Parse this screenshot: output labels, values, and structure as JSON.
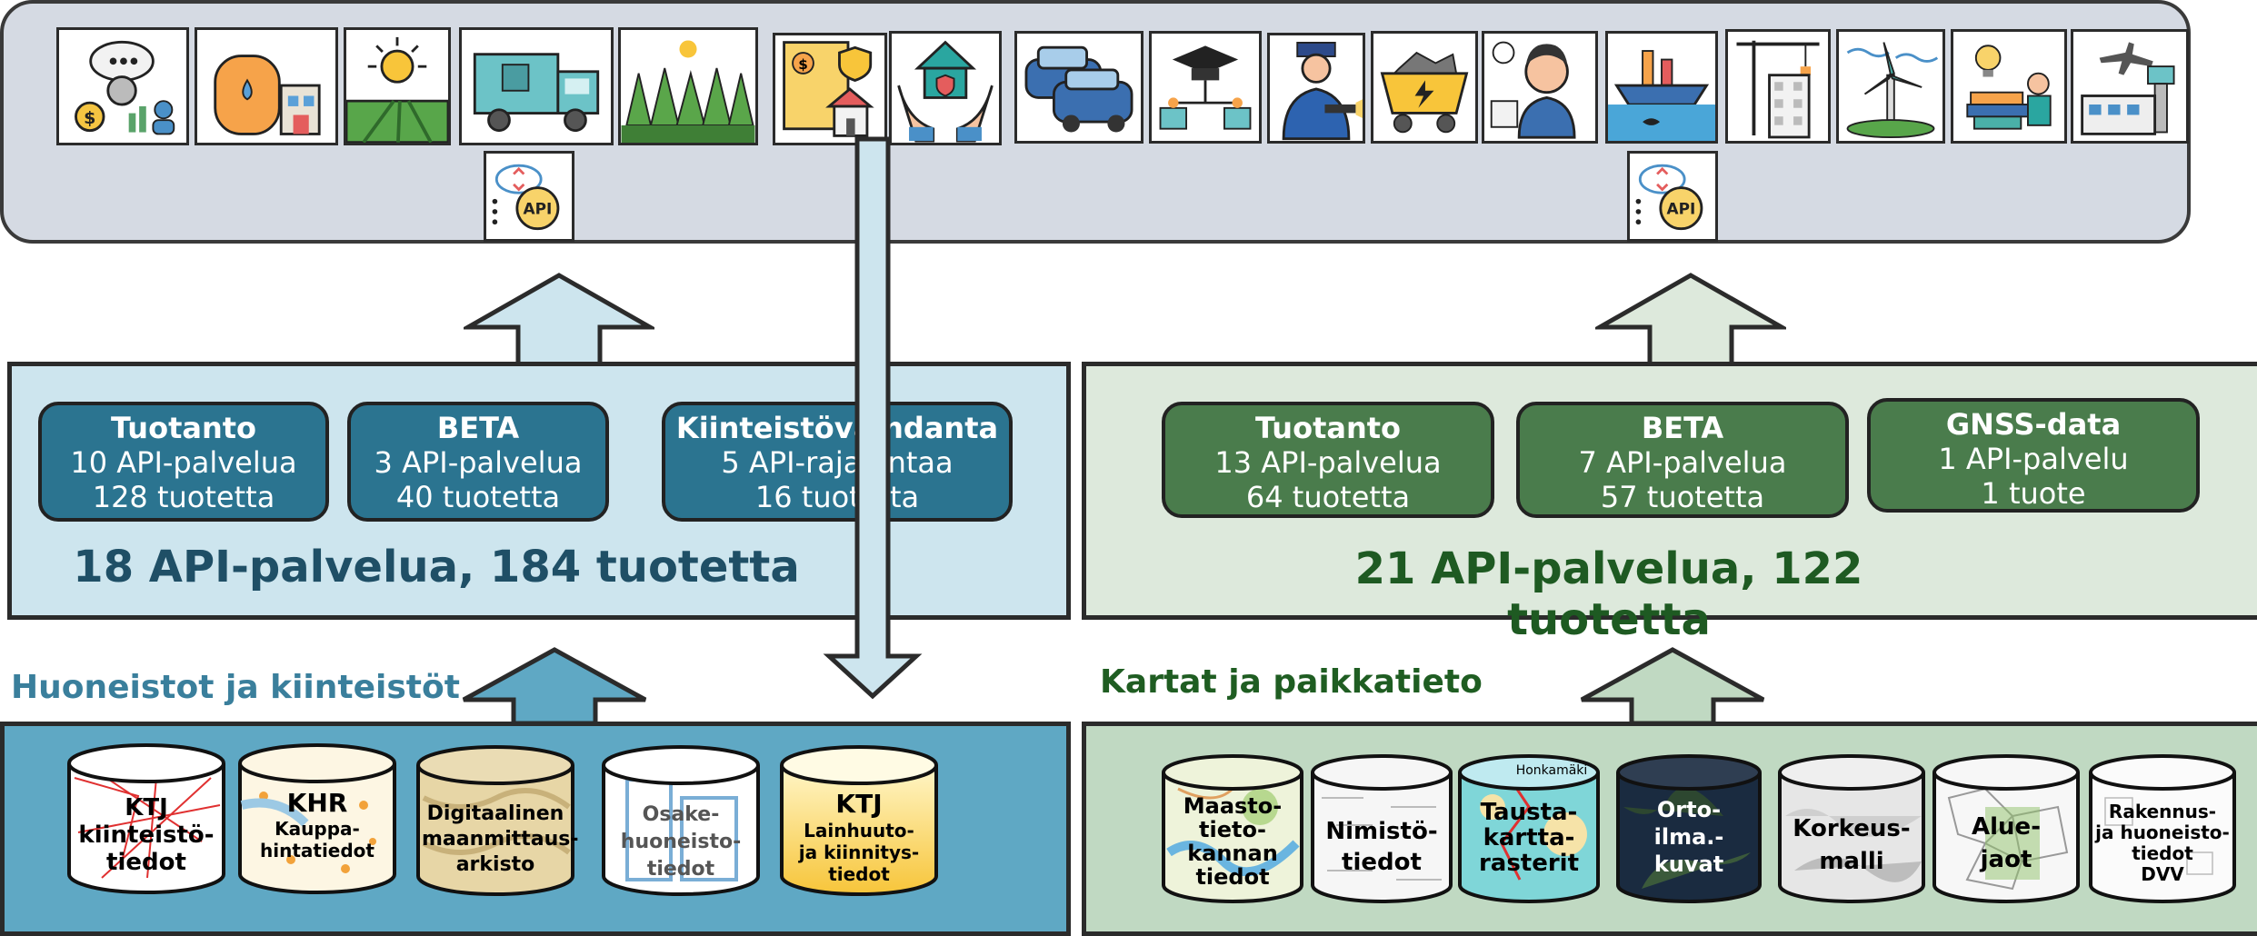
{
  "top_icons": [
    "people-cloud-money-icon",
    "silo-building-icon",
    "sun-field-icon",
    "garbage-truck-icon",
    "forest-icon",
    "property-document-icon",
    "hands-house-icon",
    "cars-icon",
    "graduation-network-icon",
    "police-icon",
    "ore-cart-icon",
    "officer-desk-icon",
    "harbour-ship-icon",
    "building-crane-icon",
    "wind-turbine-icon",
    "idea-worker-icon",
    "airport-icon",
    "api-gear-icon",
    "api-gear-icon"
  ],
  "api_label": "API",
  "left": {
    "boxes": [
      {
        "title": "Tuotanto",
        "line1": "10 API-palvelua",
        "line2": "128 tuotetta"
      },
      {
        "title": "BETA",
        "line1": "3 API-palvelua",
        "line2": "40 tuotetta"
      },
      {
        "title": "Kiinteistövaihdanta",
        "line1": "5 API-rajapintaa",
        "line2": "16 tuotetta"
      }
    ],
    "summary": "18 API-palvelua, 184 tuotetta",
    "section_title": "Huoneistot ja kiinteistöt",
    "databases": [
      {
        "lines": [
          "KTJ",
          "kiinteistö-",
          "tiedot"
        ]
      },
      {
        "lines": [
          "KHR",
          "Kauppa-",
          "hintatiedot"
        ]
      },
      {
        "lines": [
          "Digitaalinen",
          "maanmittaus-",
          "arkisto"
        ]
      },
      {
        "lines": [
          "Osake-",
          "huoneisto-",
          "tiedot"
        ]
      },
      {
        "lines": [
          "KTJ",
          "Lainhuuto-",
          "ja kiinnitys-",
          "tiedot"
        ]
      }
    ]
  },
  "right": {
    "boxes": [
      {
        "title": "Tuotanto",
        "line1": "13 API-palvelua",
        "line2": "64 tuotetta"
      },
      {
        "title": "BETA",
        "line1": "7 API-palvelua",
        "line2": "57 tuotetta"
      },
      {
        "title": "GNSS-data",
        "line1": "1 API-palvelu",
        "line2": "1 tuote"
      }
    ],
    "summary": "21 API-palvelua, 122 tuotetta",
    "section_title": "Kartat ja paikkatieto",
    "databases": [
      {
        "lines": [
          "Maasto-",
          "tieto-",
          "kannan",
          "tiedot"
        ]
      },
      {
        "lines": [
          "Nimistö-",
          "tiedot"
        ]
      },
      {
        "lines": [
          "Tausta-",
          "kartta-",
          "rasterit"
        ]
      },
      {
        "lines": [
          "Orto-",
          "ilma.-",
          "kuvat"
        ]
      },
      {
        "lines": [
          "Korkeus-",
          "malli"
        ]
      },
      {
        "lines": [
          "Alue-",
          "jaot"
        ]
      },
      {
        "lines": [
          "Rakennus-",
          "ja huoneisto-",
          "tiedot",
          "DVV"
        ]
      }
    ],
    "map_label": "Honkamäki"
  },
  "colors": {
    "left_dark": "#2b7490",
    "left_panel": "#cde5ee",
    "left_bottom": "#5fa8c4",
    "left_text": "#1f4f66",
    "left_title": "#3a7f9c",
    "right_dark": "#4a7c4c",
    "right_panel": "#dde9dc",
    "right_bottom": "#c0d9c2",
    "right_text": "#1e5a22",
    "right_title": "#1f5d22"
  }
}
